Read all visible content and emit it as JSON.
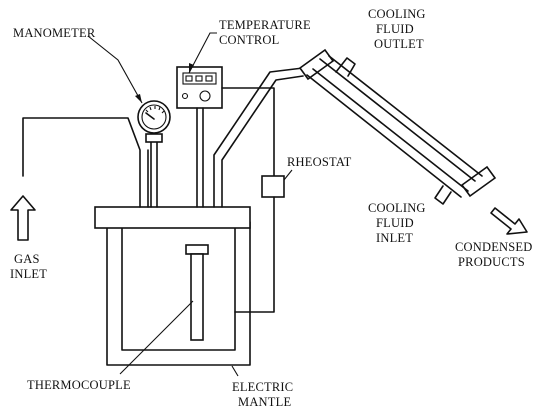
{
  "labels": {
    "manometer": "MANOMETER",
    "temperature_control": [
      "TEMPERATURE",
      "CONTROL"
    ],
    "cooling_fluid_outlet": [
      "COOLING",
      "FLUID",
      "OUTLET"
    ],
    "rheostat": "RHEOSTAT",
    "gas_inlet": [
      "GAS",
      "INLET"
    ],
    "cooling_fluid_inlet": [
      "COOLING",
      "FLUID",
      "INLET"
    ],
    "condensed_products": [
      "CONDENSED",
      "PRODUCTS"
    ],
    "thermocouple": "THERMOCOUPLE",
    "electric_mantle": [
      "ELECTRIC",
      "MANTLE"
    ]
  },
  "colors": {
    "stroke": "#111111",
    "background": "#ffffff"
  }
}
